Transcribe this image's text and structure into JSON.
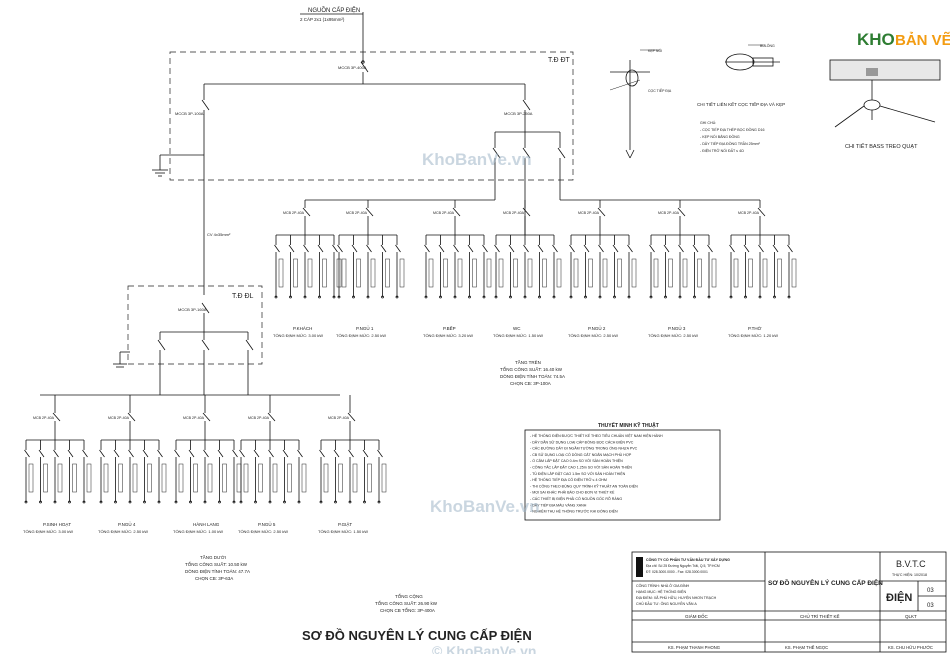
{
  "source": {
    "title": "NGUỒN CẤP ĐIỆN",
    "cable": "2 CÁP 2x1 (1x95mm²)"
  },
  "panels": {
    "main": "T.Đ ĐT",
    "sub": "T.Đ ĐL"
  },
  "breakers": {
    "main": "MCCB 3P-400A",
    "sub_main": "MCCB 3P-160A",
    "left_branch": "MCCB 3P-100A",
    "right_branch": "MCCB 3P-250A",
    "feeder": "MCB 2P-40A",
    "cable_mid": "CV 4x35mm²"
  },
  "bottom_feeders": [
    "MCB 2P-40A",
    "MCB 2P-40A",
    "MCB 2P-40A",
    "MCB 2P-40A",
    "MCB 2P-40A"
  ],
  "upper_feeders": [
    "MCB 2P-40A",
    "MCB 2P-40A",
    "MCB 2P-40A",
    "MCB 2P-40A",
    "MCB 2P-40A",
    "MCB 2P-40A",
    "MCB 2P-40A"
  ],
  "upper_rooms": [
    {
      "name": "P.KHÁCH",
      "load": "TỔNG ĐỊNH MỨC: 3.00 kW"
    },
    {
      "name": "P.NGỦ 1",
      "load": "TỔNG ĐỊNH MỨC: 2.50 kW"
    },
    {
      "name": "P.BẾP",
      "load": "TỔNG ĐỊNH MỨC: 3.20 kW"
    },
    {
      "name": "WC",
      "load": "TỔNG ĐỊNH MỨC: 1.50 kW"
    },
    {
      "name": "P.NGỦ 2",
      "load": "TỔNG ĐỊNH MỨC: 2.50 kW"
    },
    {
      "name": "P.NGỦ 3",
      "load": "TỔNG ĐỊNH MỨC: 2.50 kW"
    },
    {
      "name": "P.THỜ",
      "load": "TỔNG ĐỊNH MỨC: 1.20 kW"
    }
  ],
  "bottom_rooms": [
    {
      "name": "P.SINH HOẠT",
      "load": "TỔNG ĐỊNH MỨC: 3.00 kW"
    },
    {
      "name": "P.NGỦ 4",
      "load": "TỔNG ĐỊNH MỨC: 2.50 kW"
    },
    {
      "name": "HÀNH LANG",
      "load": "TỔNG ĐỊNH MỨC: 1.00 kW"
    },
    {
      "name": "P.NGỦ 5",
      "load": "TỔNG ĐỊNH MỨC: 2.50 kW"
    },
    {
      "name": "P.GIẶT",
      "load": "TỔNG ĐỊNH MỨC: 1.50 kW"
    }
  ],
  "summary_upper": [
    "TẦNG TRÊN",
    "TỔNG CÔNG SUẤT: 16.40 kW",
    "DÒNG ĐIỆN TÍNH TOÁN: 74.5A",
    "CHỌN CB: 3P-100A"
  ],
  "summary_lower": [
    "TẦNG DƯỚI",
    "TỔNG CÔNG SUẤT: 10.50 kW",
    "DÒNG ĐIỆN TÍNH TOÁN: 47.7A",
    "CHỌN CB: 3P-63A"
  ],
  "summary_total": [
    "TỔNG CỘNG",
    "TỔNG CÔNG SUẤT: 26.90 kW",
    "CHỌN CB TỔNG: 3P-400A"
  ],
  "details": {
    "detail1": "CHI TIẾT LIÊN KẾT CỌC TIẾP ĐỊA VÀ KẸP",
    "detail2": "CHI TIẾT BASS TREO QUẠT",
    "detail_notes": [
      "GHI CHÚ:",
      "- CỌC TIẾP ĐỊA THÉP BỌC ĐỒNG D16",
      "- KẸP NỐI BẰNG ĐỒNG",
      "- DÂY TIẾP ĐỊA ĐỒNG TRẦN 25mm²",
      "- ĐIỆN TRỞ NỐI ĐẤT ≤ 4Ω"
    ]
  },
  "notes": {
    "title": "THUYẾT MINH KỸ THUẬT",
    "lines": [
      "- HỆ THỐNG ĐIỆN ĐƯỢC THIẾT KẾ THEO TIÊU CHUẨN VIỆT NAM HIỆN HÀNH",
      "- DÂY DẪN SỬ DỤNG LOẠI CÁP ĐỒNG BỌC CÁCH ĐIỆN PVC",
      "- CÁC ĐƯỜNG DÂY ĐI NGẦM TƯỜNG TRONG ỐNG NHỰA PVC",
      "- CB SỬ DỤNG LOẠI CÓ DÒNG CẮT NGẮN MẠCH PHÙ HỢP",
      "- Ổ CẮM LẮP ĐẶT CAO 0.4m SO VỚI SÀN HOÀN THIỆN",
      "- CÔNG TẮC LẮP ĐẶT CAO 1.25m SO VỚI SÀN HOÀN THIỆN",
      "- TỦ ĐIỆN LẮP ĐẶT CAO 1.5m SO VỚI SÀN HOÀN THIỆN",
      "- HỆ THỐNG TIẾP ĐỊA CÓ ĐIỆN TRỞ ≤ 4 OHM",
      "- THI CÔNG THEO ĐÚNG QUY TRÌNH KỸ THUẬT AN TOÀN ĐIỆN",
      "- MỌI SAI KHÁC PHẢI BÁO CHO ĐƠN VỊ THIẾT KẾ",
      "- CÁC THIẾT BỊ ĐIỆN PHẢI CÓ NGUỒN GỐC RÕ RÀNG",
      "- DÂY TIẾP ĐỊA MÀU VÀNG XANH",
      "- NGHIỆM THU HỆ THỐNG TRƯỚC KHI ĐÓNG ĐIỆN"
    ]
  },
  "title_block": {
    "company_1": "CÔNG TY CỔ PHẦN TƯ VẤN ĐẦU TƯ XÂY DỰNG",
    "company_2": "Địa chỉ: Số 25 Đường Nguyễn Trãi, Q.5, TP.HCM",
    "company_3": "ĐT: 028.3000.0000 - Fax: 028.3000.0001",
    "project_1": "CÔNG TRÌNH: NHÀ Ở GIA ĐÌNH",
    "project_2": "HẠNG MỤC: HỆ THỐNG ĐIỆN",
    "project_3": "ĐỊA ĐIỂM: XÃ PHÚ HỮU, HUYỆN NHƠN TRẠCH",
    "project_4": "CHỦ ĐẦU TƯ: ÔNG NGUYỄN VĂN A",
    "drawing_name": "SƠ ĐỒ NGUYÊN LÝ CUNG CẤP ĐIỆN",
    "stage": "B.V.T.C",
    "stage_sub": "THỰC HIỆN: 10/2018",
    "discipline": "ĐIỆN",
    "sheet_no": "03",
    "sheet_total": "03",
    "role_1": "GIÁM ĐỐC",
    "role_2": "CHỦ TRÌ THIẾT KẾ",
    "role_3": "QLKT",
    "name_1": "KS. PHẠM THANH PHONG",
    "name_2": "KS. PHẠM THẾ NGỌC",
    "name_3": "KS. CHU HỮU PHƯỚC"
  },
  "main_title": "SƠ ĐỒ NGUYÊN LÝ CUNG CẤP ĐIỆN",
  "logo": {
    "part1": "KHO",
    "part2": "BẢN VẼ"
  },
  "watermark": "KhoBanVe.vn",
  "watermark_copyright": "© KhoBanVe.vn"
}
